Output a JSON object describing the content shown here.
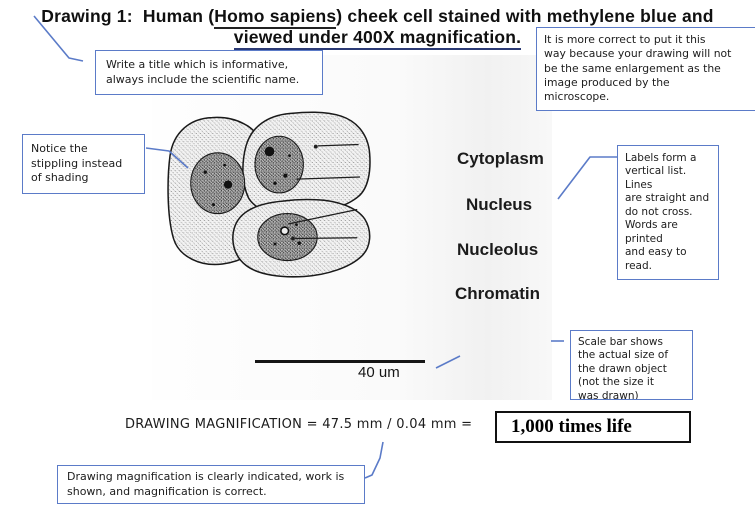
{
  "page": {
    "background": "#ffffff",
    "accent_blue": "#5b7bc8"
  },
  "title": {
    "prefix": "Drawing 1:  Human (",
    "species": "Homo sapiens",
    "suffix": ") cheek cell stained with methylene blue and",
    "line2": "viewed under 400X magnification."
  },
  "callouts": {
    "write_title": "Write a title which is informative,\nalways include the scientific name.",
    "more_correct": "It is more correct to put it this\nway because your drawing will not\nbe the same enlargement as the\nimage produced by the\nmicroscope.",
    "stippling": "Notice the\nstippling instead\nof shading",
    "labels_rule": "Labels form a\nvertical list.  Lines\nare straight and\ndo not cross.\nWords are printed\nand easy to read.",
    "scale_bar": "Scale bar shows\nthe actual size of\nthe drawn object\n(not the size it\nwas drawn)",
    "magnification_rule": "Drawing magnification is clearly indicated, work is\nshown, and magnification is correct."
  },
  "diagram": {
    "labels": [
      "Cytoplasm",
      "Nucleus",
      "Nucleolus",
      "Chromatin"
    ],
    "scale_bar_label": "40 um"
  },
  "equation": {
    "expression": "DRAWING MAGNIFICATION = 47.5 mm / 0.04 mm =",
    "result": "1,000 times life"
  }
}
